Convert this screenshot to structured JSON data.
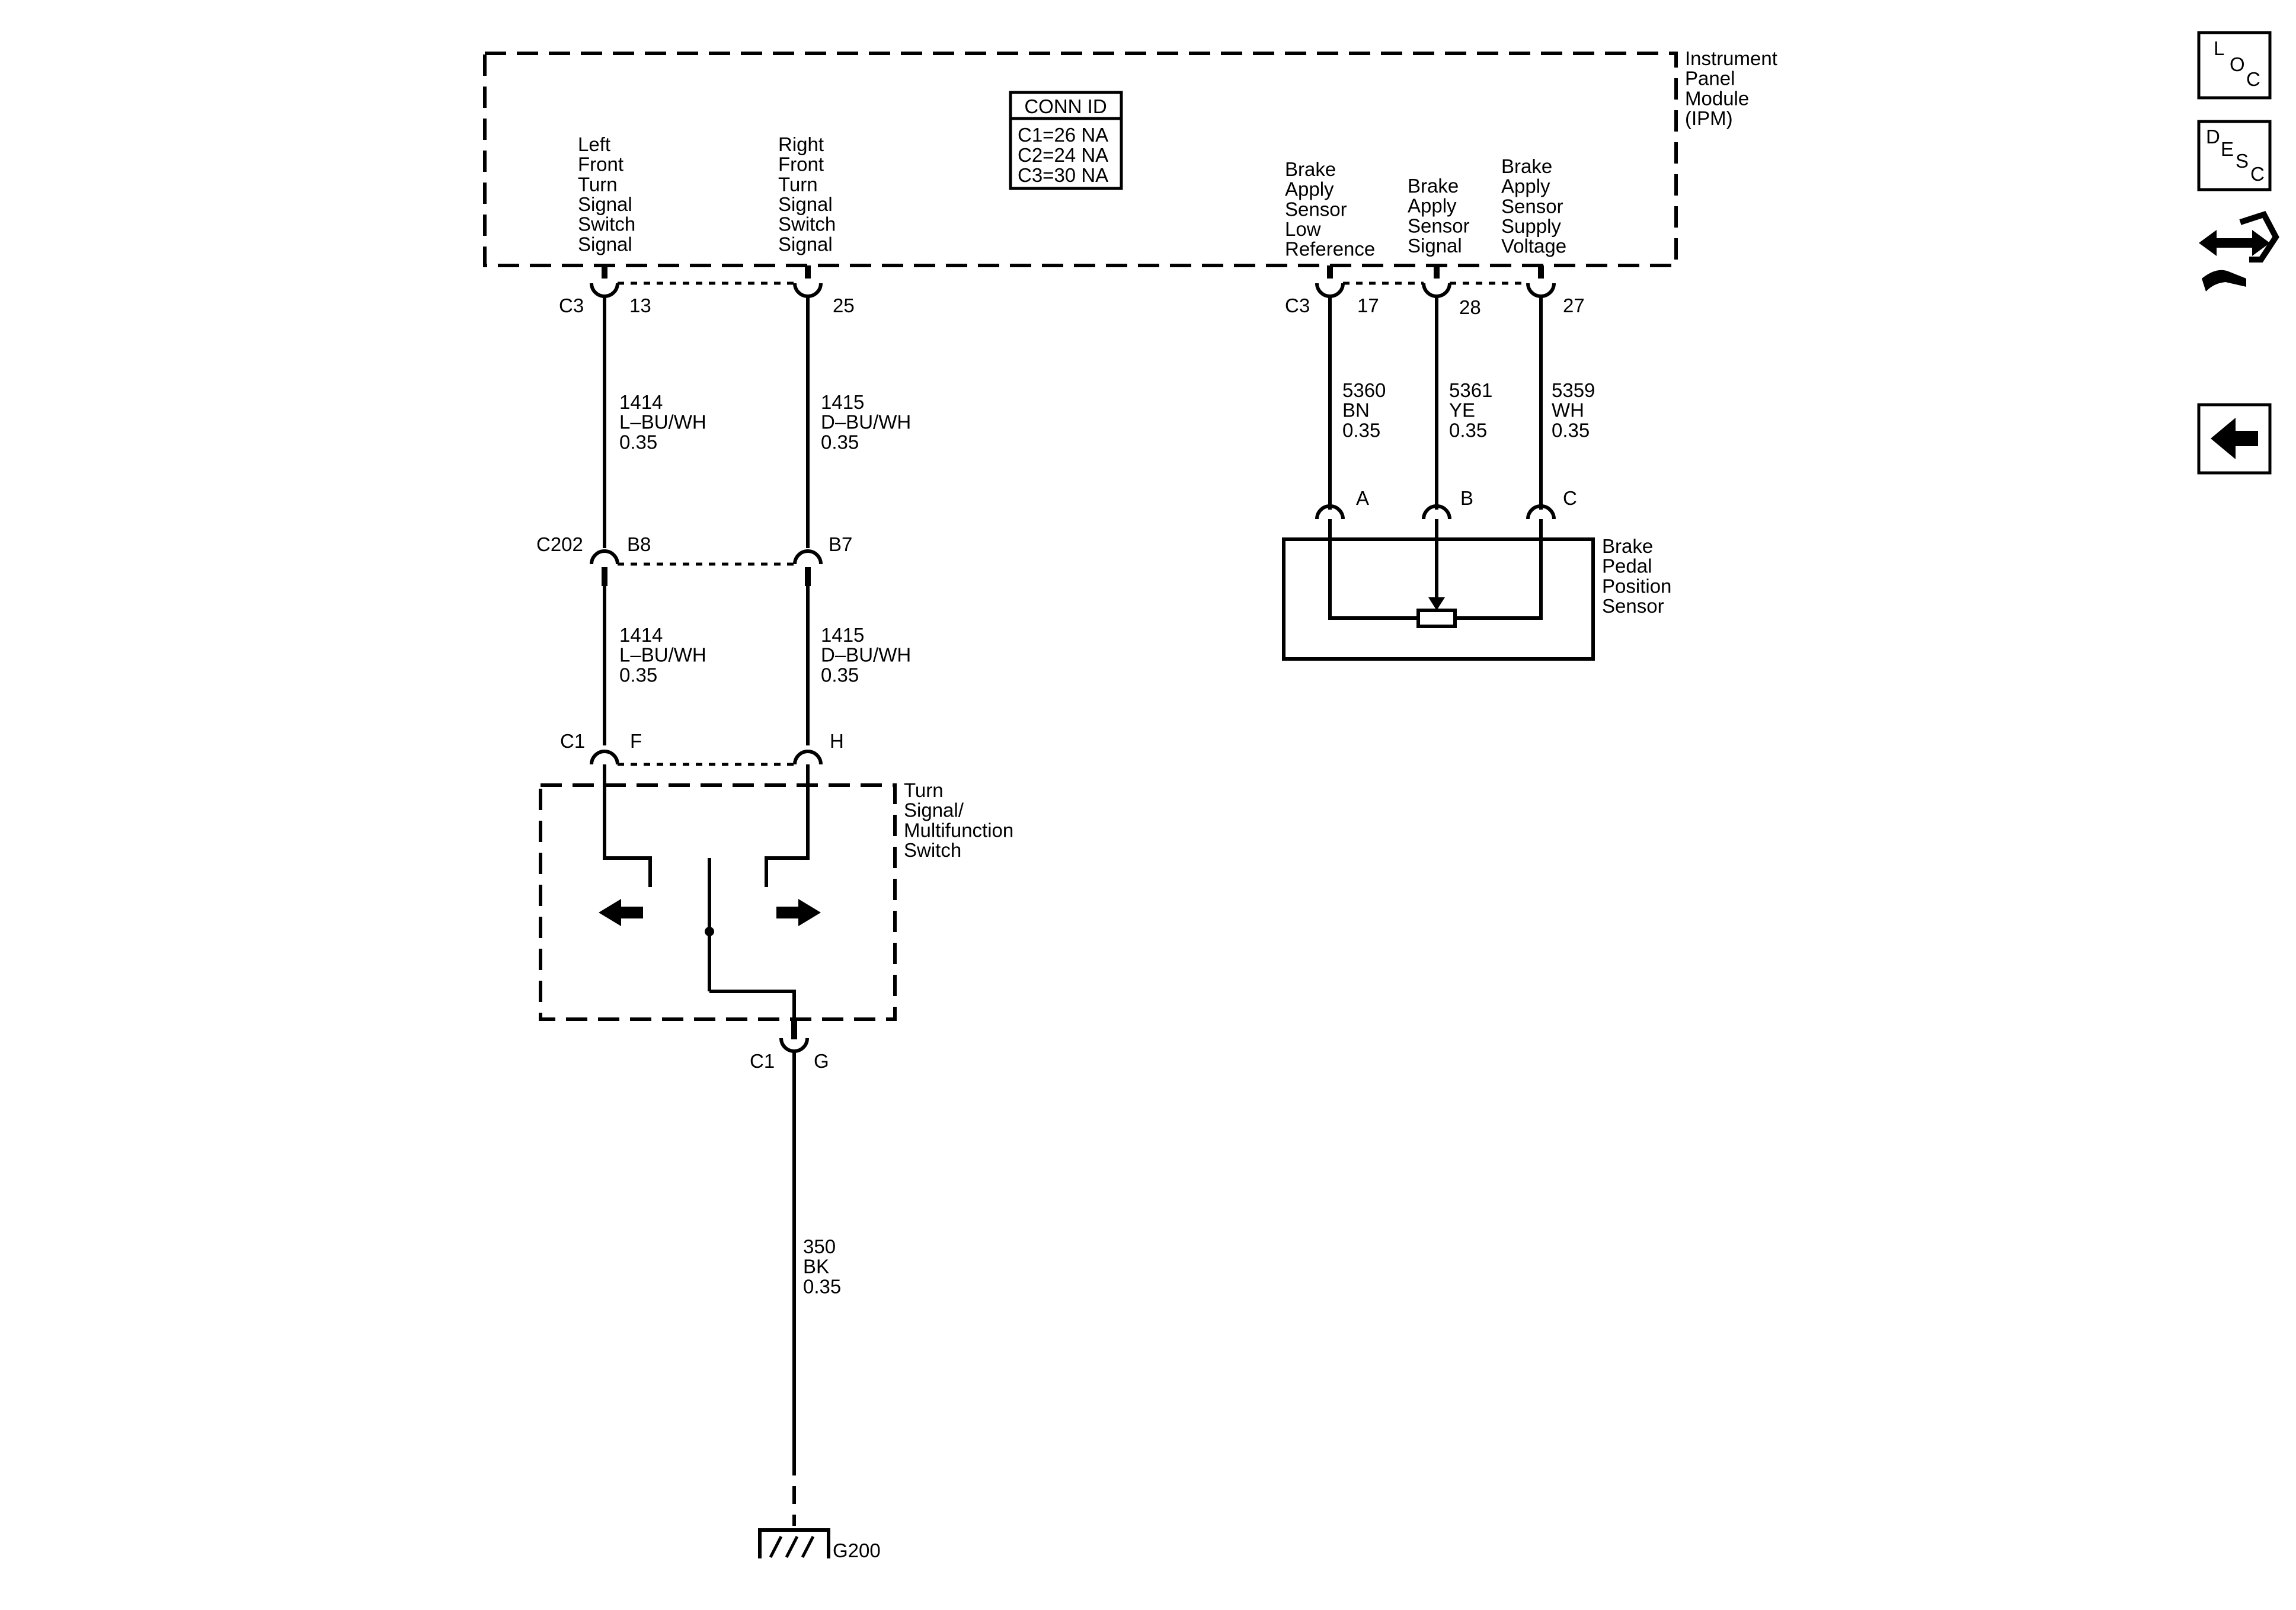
{
  "modules": {
    "ipm": "Instrument\nPanel\nModule\n(IPM)",
    "turn_switch": "Turn\nSignal/\nMultifunction\nSwitch",
    "brake_sensor": "Brake\nPedal\nPosition\nSensor"
  },
  "conn_id": {
    "title": "CONN ID",
    "lines": [
      "C1=26 NA",
      "C2=24 NA",
      "C3=30 NA"
    ]
  },
  "circuits": {
    "left_front": "Left\nFront\nTurn\nSignal\nSwitch\nSignal",
    "right_front": "Right\nFront\nTurn\nSignal\nSwitch\nSignal",
    "brake_low_ref": "Brake\nApply\nSensor\nLow\nReference",
    "brake_signal": "Brake\nApply\nSensor\nSignal",
    "brake_supply": "Brake\nApply\nSensor\nSupply\nVoltage"
  },
  "connectors": {
    "c3_left": "C3",
    "pin_13": "13",
    "pin_25": "25",
    "c3_right": "C3",
    "pin_17": "17",
    "pin_28": "28",
    "pin_27": "27",
    "c202": "C202",
    "pin_b8": "B8",
    "pin_b7": "B7",
    "c1_top": "C1",
    "pin_f": "F",
    "pin_h": "H",
    "c1_bottom": "C1",
    "pin_g": "G",
    "pin_a": "A",
    "pin_b": "B",
    "pin_c": "C"
  },
  "wires": {
    "w1414_upper": "1414\nL–BU/WH\n0.35",
    "w1415_upper": "1415\nD–BU/WH\n0.35",
    "w1414_lower": "1414\nL–BU/WH\n0.35",
    "w1415_lower": "1415\nD–BU/WH\n0.35",
    "w350": "350\nBK\n0.35",
    "w5360": "5360\nBN\n0.35",
    "w5361": "5361\nYE\n0.35",
    "w5359": "5359\nWH\n0.35"
  },
  "ground": {
    "label": "G200"
  },
  "nav": {
    "loc": [
      "L",
      "O",
      "C"
    ],
    "desc": [
      "D",
      "E",
      "S",
      "C"
    ],
    "connector_icon": "connector-icon",
    "back_icon": "back-arrow-icon"
  }
}
